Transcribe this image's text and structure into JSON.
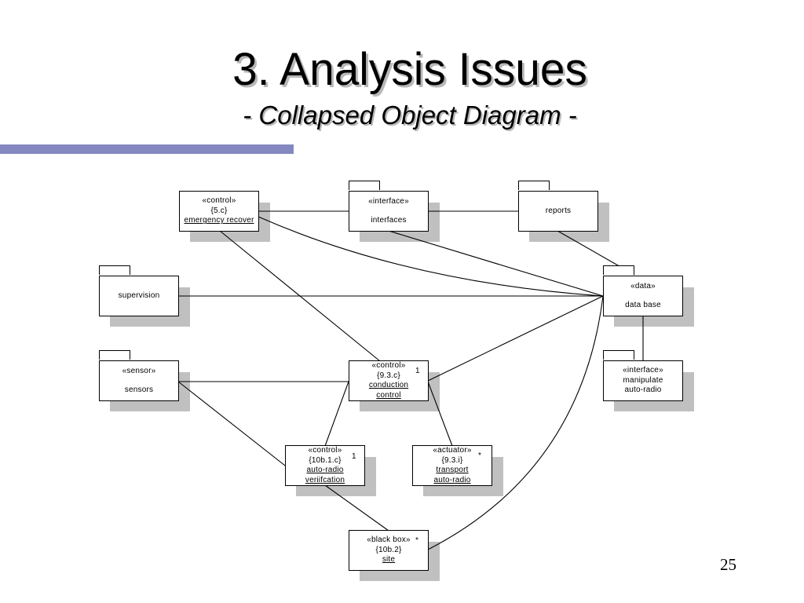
{
  "slide": {
    "title": "3. Analysis Issues",
    "subtitle": "- Collapsed Object Diagram -",
    "page_number": "25"
  },
  "diagram": {
    "boxes": {
      "emergency": {
        "stereotype": "«control»",
        "ref": "{5.c}",
        "name": "emergency recover"
      },
      "interfaces": {
        "stereotype": "«interface»",
        "name": "interfaces"
      },
      "reports": {
        "name": "reports"
      },
      "supervision": {
        "name": "supervision"
      },
      "database": {
        "stereotype": "«data»",
        "name": "data base"
      },
      "sensors": {
        "stereotype": "«sensor»",
        "name": "sensors"
      },
      "conduction": {
        "stereotype": "«control»",
        "ref": "{9.3.c}",
        "name_line1": "conduction",
        "name_line2": "control",
        "multiplicity": "1"
      },
      "manipulate": {
        "stereotype": "«interface»",
        "name_line1": "manipulate",
        "name_line2": "auto-radio"
      },
      "verification": {
        "stereotype": "«control»",
        "ref": "{10b.1.c}",
        "name_line1": "auto-radio",
        "name_line2": "veriifcation",
        "multiplicity": "1"
      },
      "transport": {
        "stereotype": "«actuator»",
        "ref": "{9.3.i}",
        "name_line1": "transport",
        "name_line2": "auto-radio",
        "multiplicity": "*"
      },
      "site": {
        "stereotype": "«black box»",
        "ref": "{10b.2}",
        "name": "site",
        "multiplicity": "*"
      }
    }
  }
}
